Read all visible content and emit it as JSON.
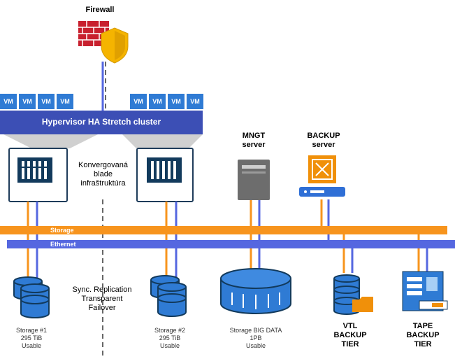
{
  "firewall": {
    "label": "Firewall",
    "icon": "firewall-shield-icon"
  },
  "vm_label": "VM",
  "vm_groups": [
    {
      "items": [
        "VM",
        "VM",
        "VM",
        "VM"
      ]
    },
    {
      "items": [
        "VM",
        "VM",
        "VM",
        "VM"
      ]
    }
  ],
  "hypervisor": {
    "label": "Hypervisor HA Stretch cluster",
    "color": "#3c4fb5"
  },
  "blade": {
    "label_lines": [
      "Konvergovaná",
      "blade",
      "infraštruktúra"
    ],
    "icon": "blade-chassis-icon"
  },
  "mngt": {
    "label_lines": [
      "MNGT",
      "server"
    ],
    "icon": "server-tower-icon"
  },
  "backup": {
    "label_lines": [
      "BACKUP",
      "server"
    ],
    "icon": "backup-appliance-icon"
  },
  "networks": {
    "storage": {
      "label": "Storage",
      "color": "#f7941d"
    },
    "ethernet": {
      "label": "Ethernet",
      "color": "#5567e0"
    }
  },
  "sync": {
    "label_lines": [
      "Sync. Replication",
      "Transparent",
      "Failover"
    ]
  },
  "storage1": {
    "label_lines": [
      "Storage #1",
      "295 TiB",
      "Usable"
    ]
  },
  "storage2": {
    "label_lines": [
      "Storage #2",
      "295 TiB",
      "Usable"
    ]
  },
  "bigdata": {
    "label_lines": [
      "Storage BIG DATA",
      "1PB",
      "Usable"
    ]
  },
  "vtl": {
    "label_lines": [
      "VTL",
      "BACKUP",
      "TIER"
    ]
  },
  "tape": {
    "label_lines": [
      "TAPE",
      "BACKUP",
      "TIER"
    ]
  }
}
